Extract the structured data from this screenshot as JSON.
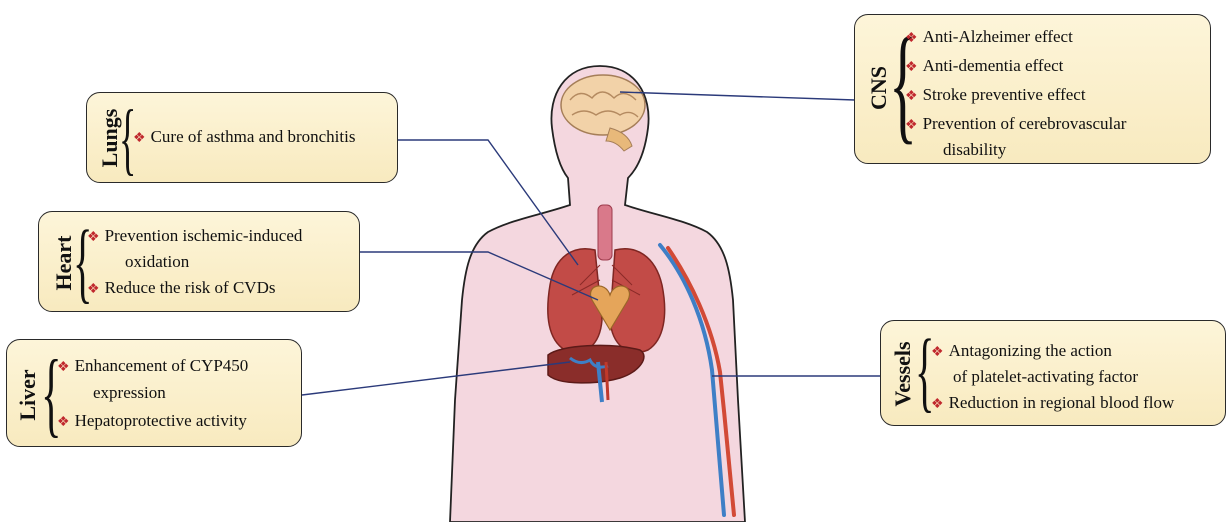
{
  "colors": {
    "box_fill": "#fbf0cd",
    "box_border": "#2a2a2a",
    "bullet": "#c0282d",
    "connector": "#2b3a7a",
    "body": "#f4d7df"
  },
  "bullet_glyph": "❖",
  "panels": {
    "cns": {
      "title": "CNS",
      "items": [
        "Anti-Alzheimer effect",
        "Anti-dementia effect",
        "Stroke preventive effect",
        "Prevention of cerebrovascular"
      ],
      "continuation": "disability"
    },
    "lungs": {
      "title": "Lungs",
      "items": [
        "Cure of asthma and bronchitis"
      ]
    },
    "heart": {
      "title": "Heart",
      "items": [
        "Prevention ischemic-induced",
        "Reduce the risk of CVDs"
      ],
      "continuation": "oxidation"
    },
    "liver": {
      "title": "Liver",
      "items": [
        "Enhancement of CYP450",
        "Hepatoprotective activity"
      ],
      "continuation": "expression"
    },
    "vessels": {
      "title": "Vessels",
      "items": [
        "Antagonizing the action",
        "Reduction in regional blood flow"
      ],
      "continuation": "of platelet-activating factor"
    }
  }
}
